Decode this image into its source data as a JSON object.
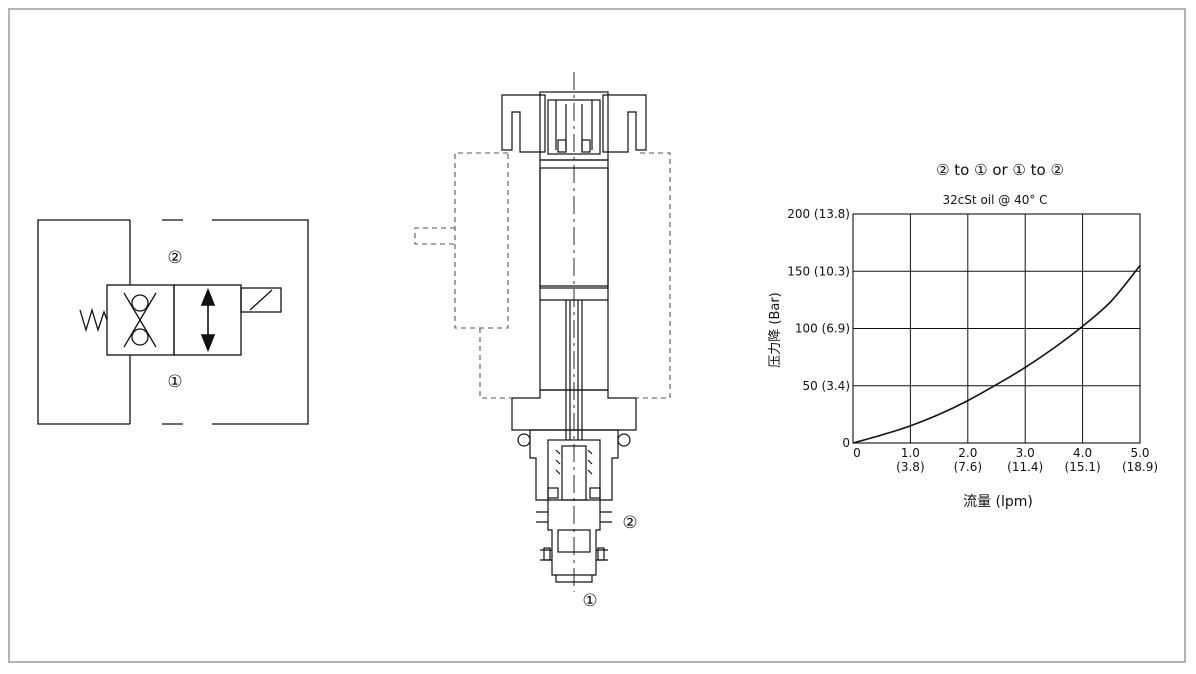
{
  "symbol": {
    "port_top": "②",
    "port_bottom": "①"
  },
  "cutaway": {
    "port_side": "②",
    "port_bottom": "①"
  },
  "chart_data": {
    "type": "line",
    "title": "② to ① or ① to ②",
    "subtitle": "32cSt oil @ 40°  C",
    "xlabel": "流量 (lpm)",
    "ylabel": "压力降 (Bar)",
    "xlim": [
      0,
      5
    ],
    "ylim": [
      0,
      200
    ],
    "grid": true,
    "x_ticks": [
      {
        "value": 0,
        "label": "0",
        "sub": ""
      },
      {
        "value": 1,
        "label": "1.0",
        "sub": "(3.8)"
      },
      {
        "value": 2,
        "label": "2.0",
        "sub": "(7.6)"
      },
      {
        "value": 3,
        "label": "3.0",
        "sub": "(11.4)"
      },
      {
        "value": 4,
        "label": "4.0",
        "sub": "(15.1)"
      },
      {
        "value": 5,
        "label": "5.0",
        "sub": "(18.9)"
      }
    ],
    "y_ticks": [
      {
        "value": 0,
        "label": "0"
      },
      {
        "value": 50,
        "label": "50 (3.4)"
      },
      {
        "value": 100,
        "label": "100 (6.9)"
      },
      {
        "value": 150,
        "label": "150 (10.3)"
      },
      {
        "value": 200,
        "label": "200 (13.8)"
      }
    ],
    "series": [
      {
        "x": [
          0,
          0.5,
          1,
          1.5,
          2,
          2.5,
          3,
          3.5,
          4,
          4.5,
          5
        ],
        "y": [
          0,
          7,
          15,
          25,
          37,
          51,
          66,
          83,
          102,
          124,
          155
        ]
      }
    ]
  }
}
